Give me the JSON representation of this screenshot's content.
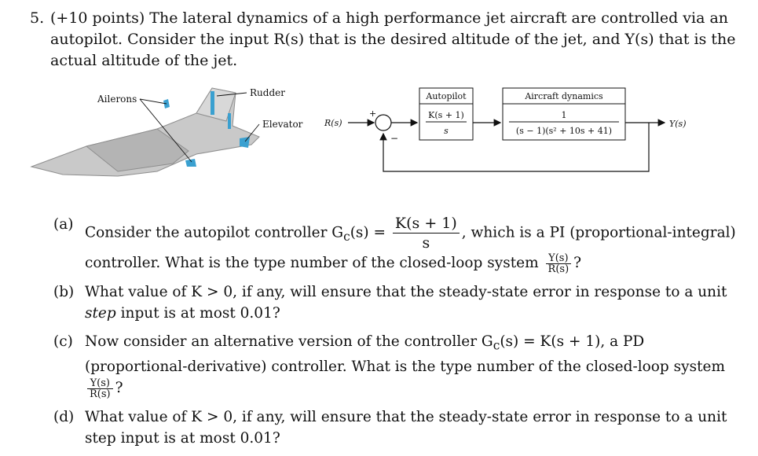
{
  "problem": {
    "number": "5.",
    "intro": "(+10 points) The lateral dynamics of a high performance jet aircraft are controlled via an autopilot. Consider the input R(s) that is the desired altitude of the jet, and Y(s) that is the actual altitude of the jet."
  },
  "figure": {
    "aircraft_labels": {
      "ailerons": "Ailerons",
      "rudder": "Rudder",
      "elevator": "Elevator"
    },
    "input_label": "R(s)",
    "output_label": "Y(s)",
    "sum_plus": "+",
    "sum_minus": "−",
    "autopilot_block": {
      "title": "Autopilot",
      "numerator": "K(s + 1)",
      "denominator": "s"
    },
    "plant_block": {
      "title": "Aircraft dynamics",
      "numerator": "1",
      "denominator": "(s − 1)(s² + 10s + 41)"
    },
    "colors": {
      "aircraft_body": "#c8c8c8",
      "control_surface": "#3aa0d0"
    }
  },
  "parts": {
    "a": {
      "label": "(a)",
      "pre": "Consider the autopilot controller G",
      "sub": "c",
      "eq": "(s) =",
      "frac_num": "K(s + 1)",
      "frac_den": "s",
      "post": ", which is a PI (proportional-integral) controller. What is the type number of the closed-loop system",
      "tf_num": "Y(s)",
      "tf_den": "R(s)",
      "end": "?"
    },
    "b": {
      "label": "(b)",
      "pre": "What value of K > 0, if any, will ensure that the steady-state error in response to a unit",
      "emph": "step",
      "post": "input is at most 0.01?"
    },
    "c": {
      "label": "(c)",
      "pre": "Now consider an alternative version of the controller G",
      "sub": "c",
      "eq": "(s) = K(s + 1), a PD (proportional-derivative) controller. What is the type number of the closed-loop system",
      "tf_num": "Y(s)",
      "tf_den": "R(s)",
      "end": "?"
    },
    "d": {
      "label": "(d)",
      "text": "What value of K > 0, if any, will ensure that the steady-state error in response to a unit step input is at most 0.01?"
    }
  }
}
